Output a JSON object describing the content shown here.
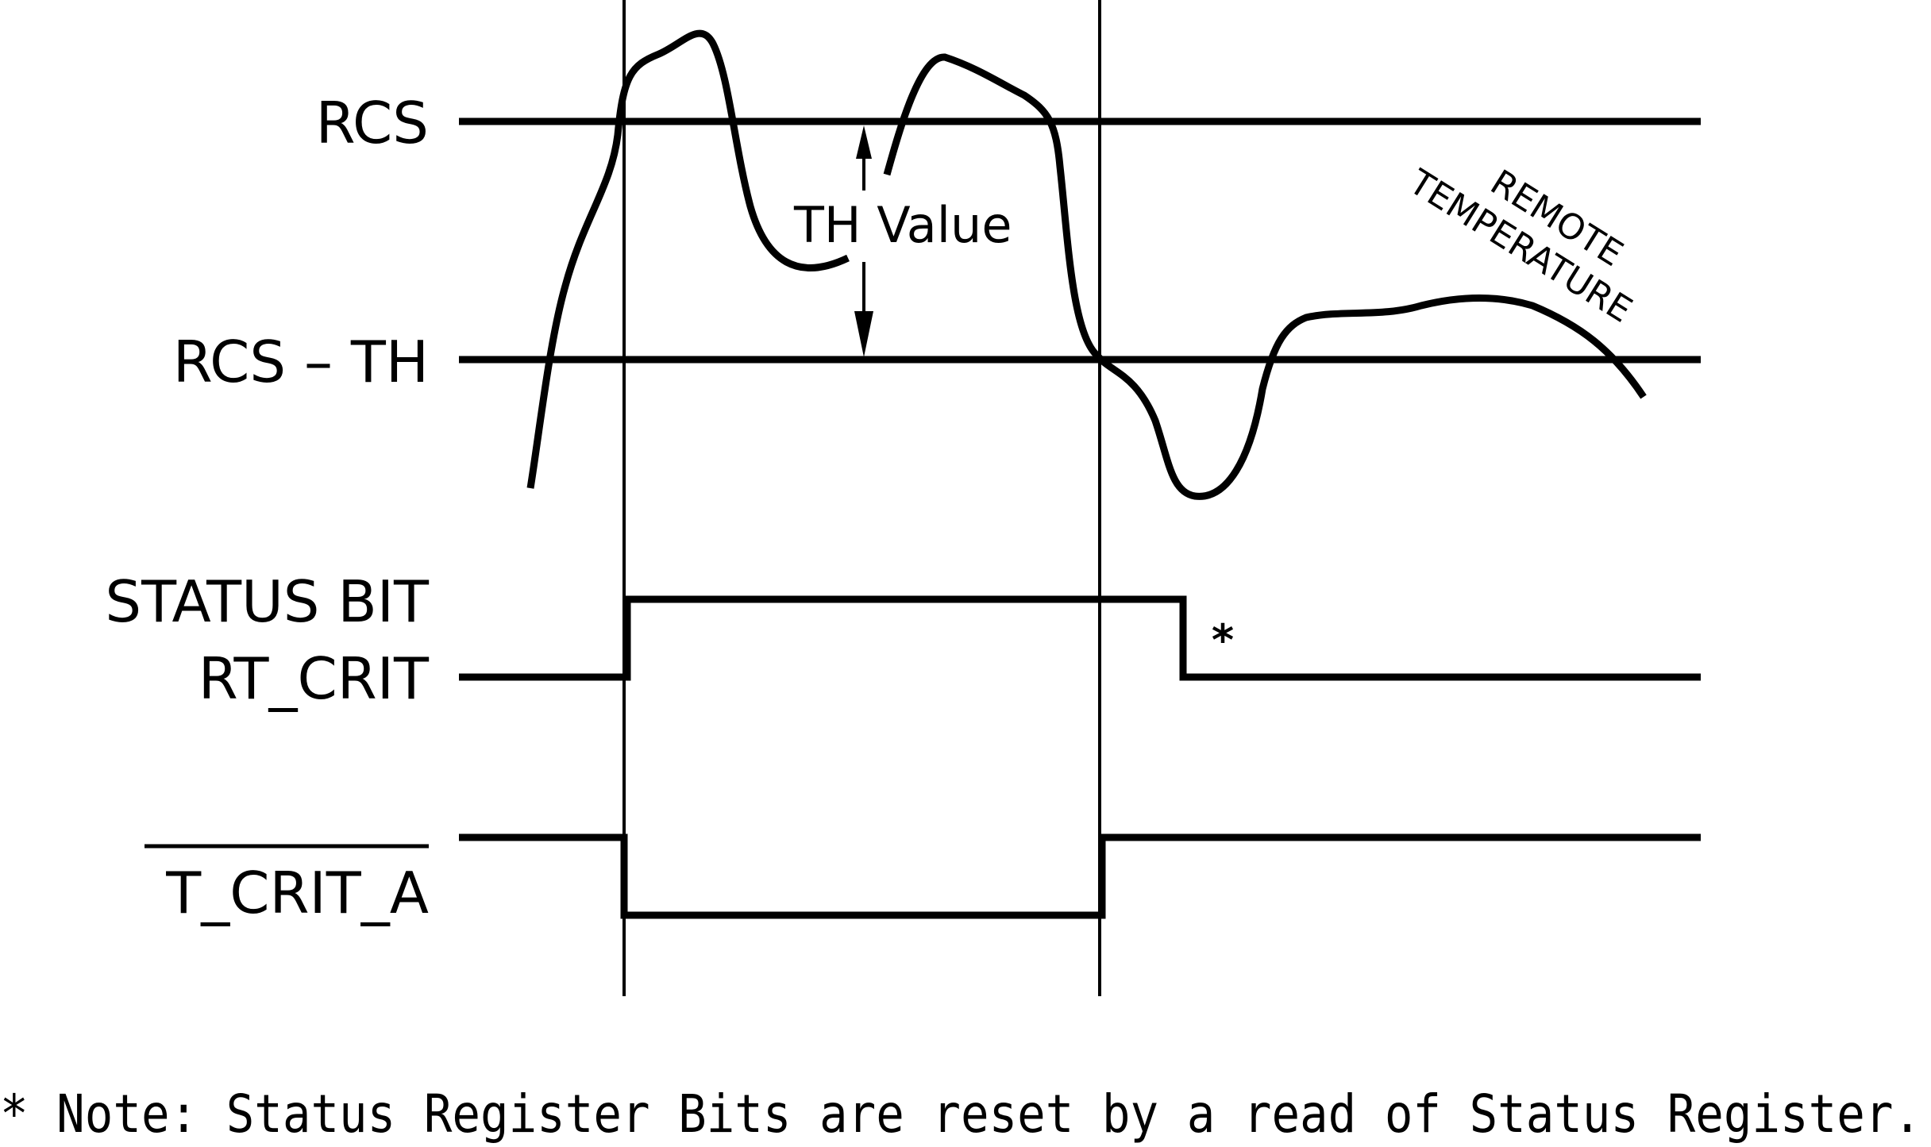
{
  "labels": {
    "rcs": "RCS",
    "rcs_th": "RCS – TH",
    "th_value": "TH Value",
    "remote_line1": "REMOTE",
    "remote_line2": "TEMPERATURE",
    "status_bit": "STATUS BIT",
    "rt_crit": "RT_CRIT",
    "t_crit_a": "T_CRIT_A",
    "asterisk": "*",
    "note": "* Note: Status Register Bits are reset by a read of Status Register."
  },
  "colors": {
    "ink": "#000000",
    "background": "#ffffff"
  }
}
